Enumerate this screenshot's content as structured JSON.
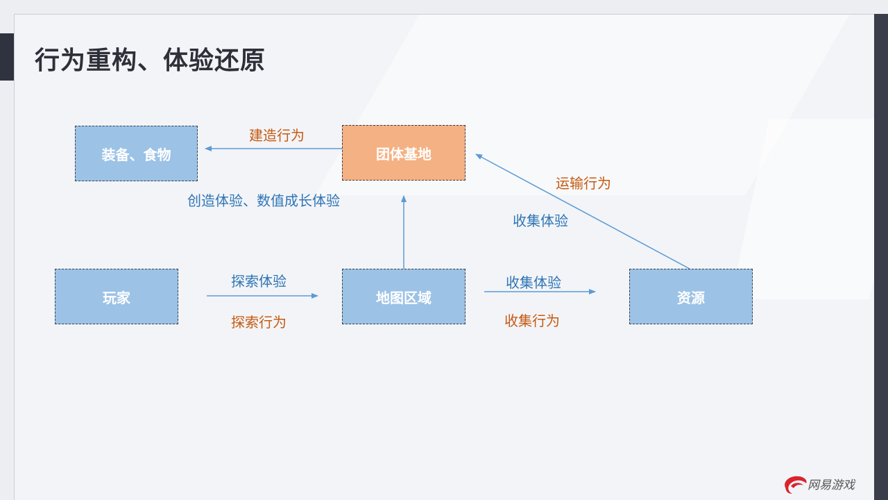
{
  "title": "行为重构、体验还原",
  "nodes": {
    "equipment_food": "装备、食物",
    "group_base": "团体基地",
    "player": "玩家",
    "map_area": "地图区域",
    "resources": "资源"
  },
  "edge_labels": {
    "build_behavior": "建造行为",
    "create_experience": "创造体验、数值成长体验",
    "transport_behavior": "运输行为",
    "collect_experience_upper": "收集体验",
    "explore_experience": "探索体验",
    "explore_behavior": "探索行为",
    "collect_experience": "收集体验",
    "collect_behavior": "收集行为"
  },
  "colors": {
    "node_blue": "#9cc2e6",
    "node_orange": "#f4b183",
    "label_blue": "#2e75b6",
    "label_orange": "#c55a11",
    "arrow": "#5b9bd5"
  },
  "logo": {
    "text": "网易游戏",
    "icon": "netease-games-logo-icon"
  }
}
